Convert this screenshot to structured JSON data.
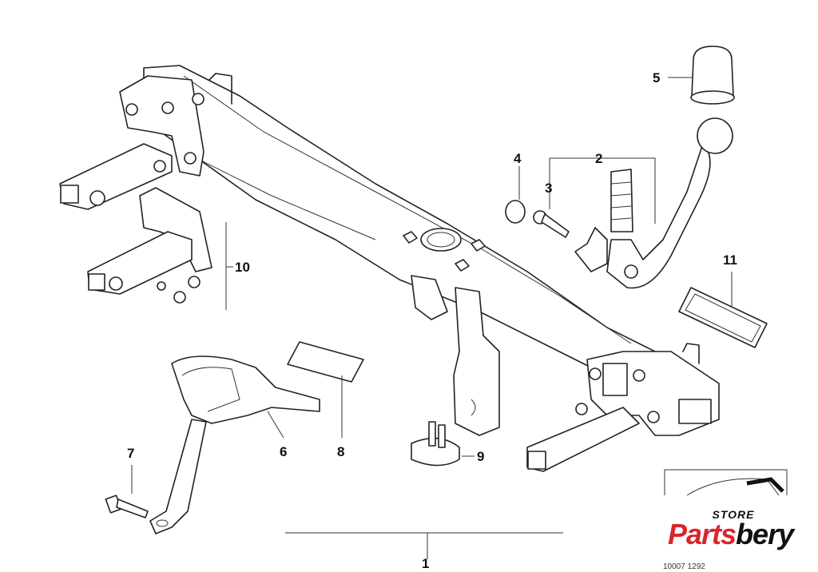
{
  "callouts": {
    "c1": "1",
    "c2": "2",
    "c3": "3",
    "c4": "4",
    "c5": "5",
    "c6": "6",
    "c7": "7",
    "c8": "8",
    "c9": "9",
    "c10": "10",
    "c11": "11"
  },
  "logo": {
    "store": "STORE",
    "brand_red": "Parts",
    "brand_black": "bery",
    "accent": "#d8262b"
  },
  "reference": "10007 1292"
}
